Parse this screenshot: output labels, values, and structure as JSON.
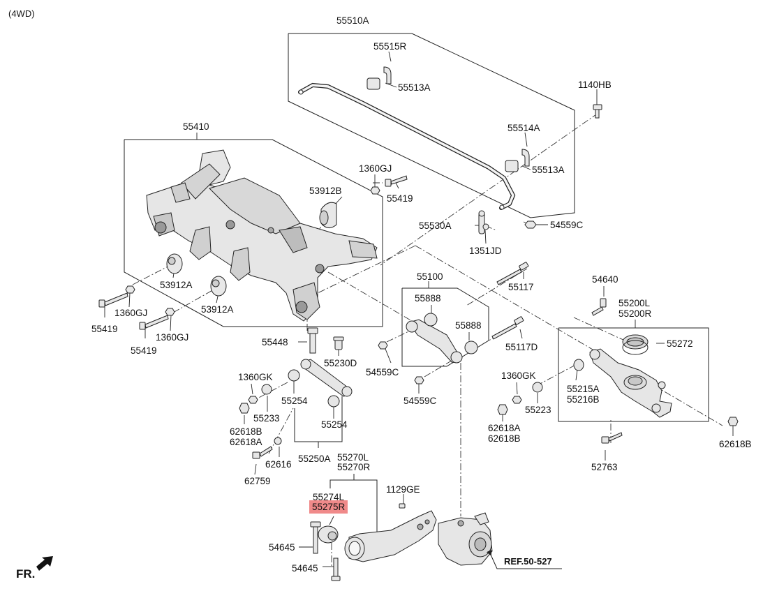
{
  "header": {
    "drive_type": "(4WD)"
  },
  "labels": {
    "p55510A": "55510A",
    "p55515R": "55515R",
    "p55513A_1": "55513A",
    "p1140HB": "1140HB",
    "p55514A": "55514A",
    "p55513A_2": "55513A",
    "p55410": "55410",
    "p1360GJ_1": "1360GJ",
    "p53912B": "53912B",
    "p55419_1": "55419",
    "p55530A": "55530A",
    "p54559C_1": "54559C",
    "p1351JD": "1351JD",
    "p53912A_1": "53912A",
    "p53912A_2": "53912A",
    "p1360GJ_2": "1360GJ",
    "p55419_2": "55419",
    "p1360GJ_3": "1360GJ",
    "p55419_3": "55419",
    "p55100": "55100",
    "p55117": "55117",
    "p54640": "54640",
    "p55888_1": "55888",
    "p55888_2": "55888",
    "p55200L": "55200L",
    "p55200R": "55200R",
    "p55272": "55272",
    "p55448": "55448",
    "p55230D": "55230D",
    "p54559C_2": "54559C",
    "p55117D": "55117D",
    "p1360GK_1": "1360GK",
    "p55254_1": "55254",
    "p55233": "55233",
    "p54559C_3": "54559C",
    "p1360GK_2": "1360GK",
    "p55215A": "55215A",
    "p55216B": "55216B",
    "p55223": "55223",
    "p62618B_1": "62618B",
    "p62618A_1": "62618A",
    "p55254_2": "55254",
    "p62618A_2": "62618A",
    "p62618B_2": "62618B",
    "p62618B_3": "62618B",
    "p62616": "62616",
    "p55250A": "55250A",
    "p55270L": "55270L",
    "p55270R": "55270R",
    "p62759": "62759",
    "p52763": "52763",
    "p55274L": "55274L",
    "p1129GE": "1129GE",
    "p55275R": "55275R",
    "p54645_1": "54645",
    "p54645_2": "54645"
  },
  "reference": {
    "label": "REF.50-527"
  },
  "orientation": {
    "label": "FR."
  },
  "colors": {
    "highlight": "#f08a8a",
    "line": "#222222",
    "part_fill": "#e4e4e4"
  }
}
